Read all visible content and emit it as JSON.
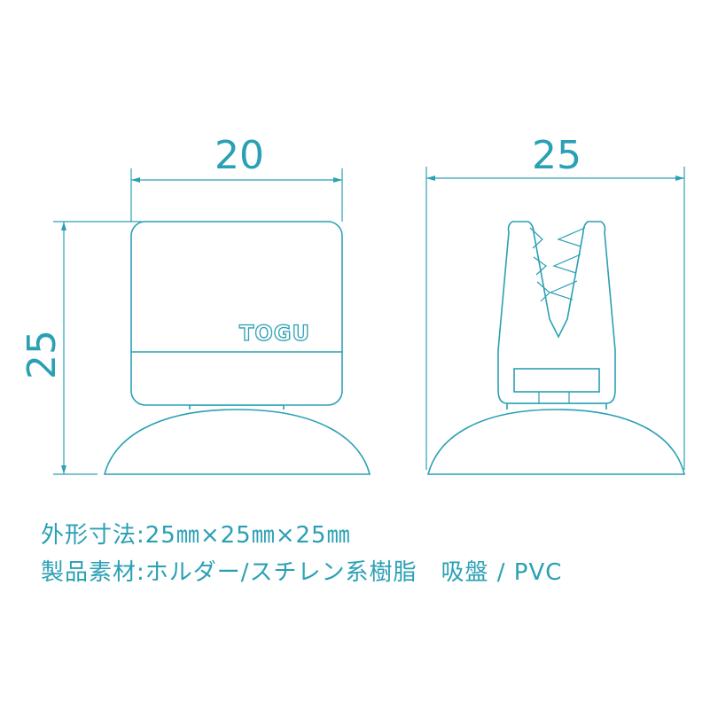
{
  "dimensions": {
    "front_width": "20",
    "side_width": "25",
    "height": "25"
  },
  "logo_text": "TOGU",
  "specs": {
    "size": "外形寸法:25㎜×25㎜×25㎜",
    "materials": "製品素材:ホルダー/スチレン系樹脂　吸盤 / PVC"
  },
  "colors": {
    "line": "#2aa0b4",
    "background": "#ffffff"
  }
}
